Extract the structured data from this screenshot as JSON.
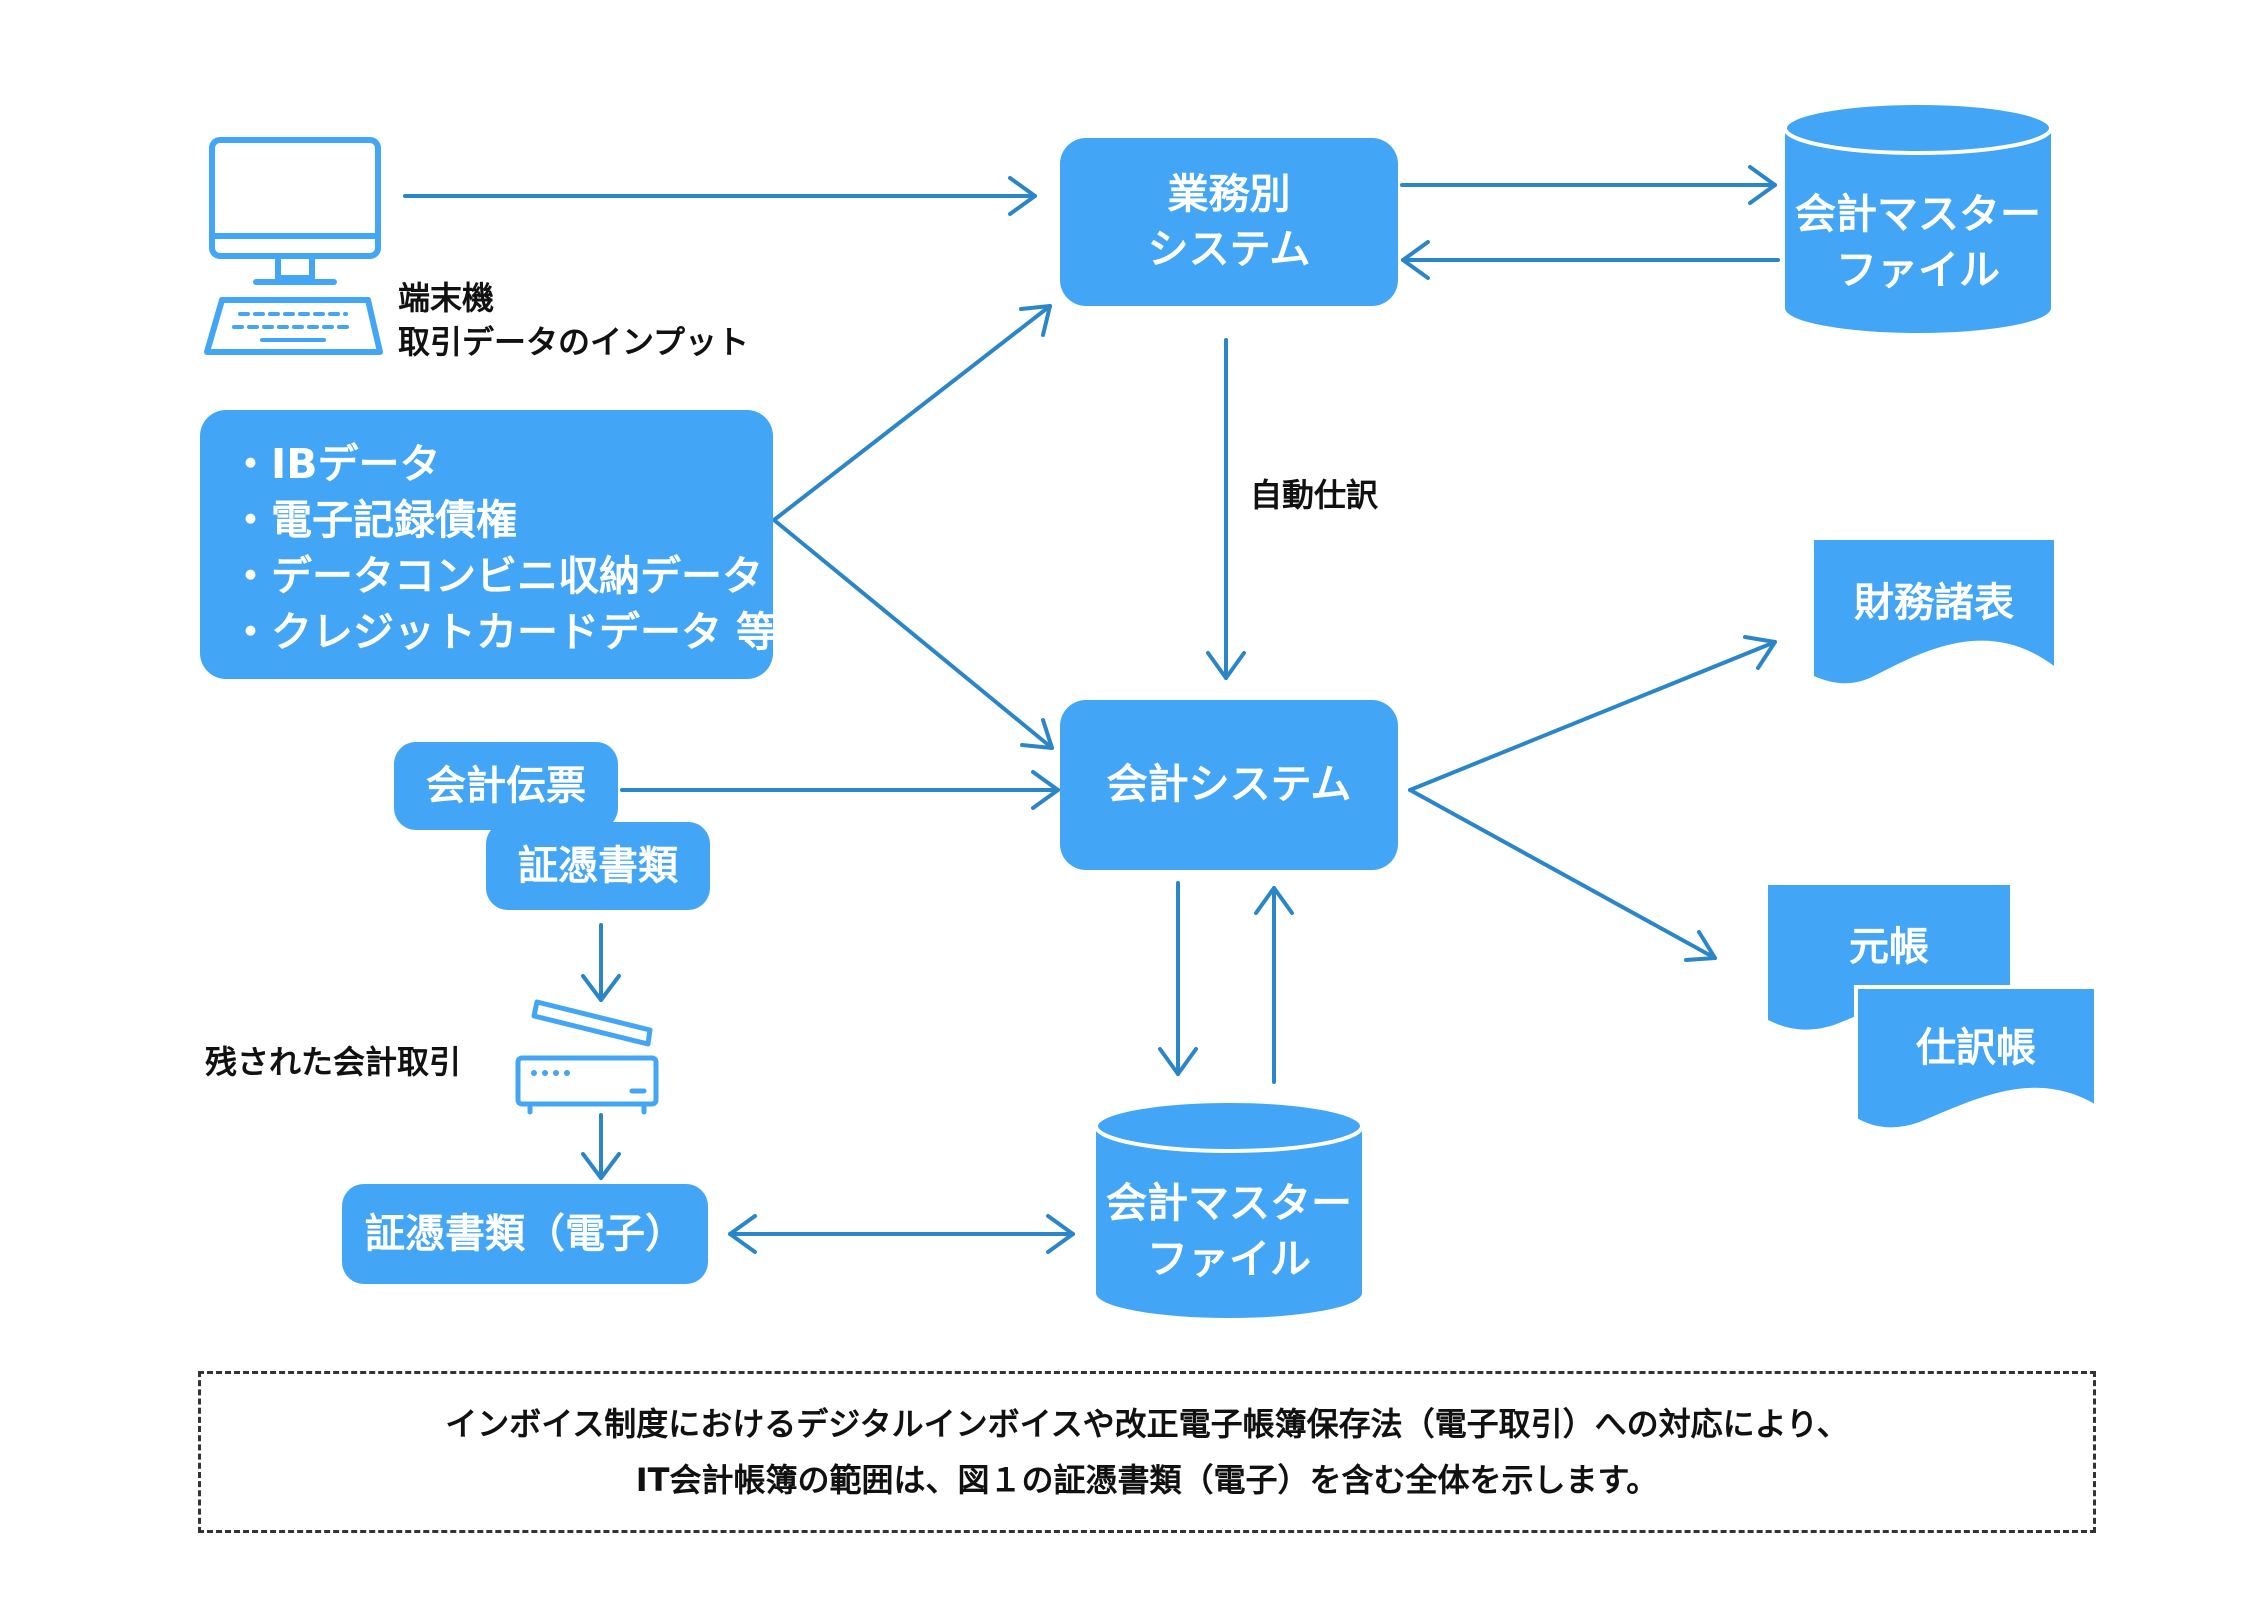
{
  "terminal": {
    "line1": "端末機",
    "line2": "取引データのインプット"
  },
  "gyomu": {
    "line1": "業務別",
    "line2": "システム"
  },
  "master_top": {
    "line1": "会計マスター",
    "line2": "ファイル"
  },
  "ib_box": {
    "items": [
      "・IBデータ",
      "・電子記録債権",
      "・データコンビニ収納データ",
      "・クレジットカードデータ 等"
    ]
  },
  "auto_label": "自動仕訳",
  "kaikei_system": "会計システム",
  "zaimu": "財務諸表",
  "denpyo": "会計伝票",
  "shohyo": "証憑書類",
  "motocho": "元帳",
  "shiwakecho": "仕訳帳",
  "remaining_label": "残された会計取引",
  "shohyo_denshi": "証憑書類（電子）",
  "master_bottom": {
    "line1": "会計マスター",
    "line2": "ファイル"
  },
  "note": {
    "line1": "インボイス制度におけるデジタルインボイスや改正電子帳簿保存法（電子取引）への対応により、",
    "line2": "IT会計帳簿の範囲は、図１の証憑書類（電子）を含む全体を示します。"
  },
  "colors": {
    "accent": "#42a5f5",
    "arrow": "#2a86c8",
    "text": "#111111"
  }
}
